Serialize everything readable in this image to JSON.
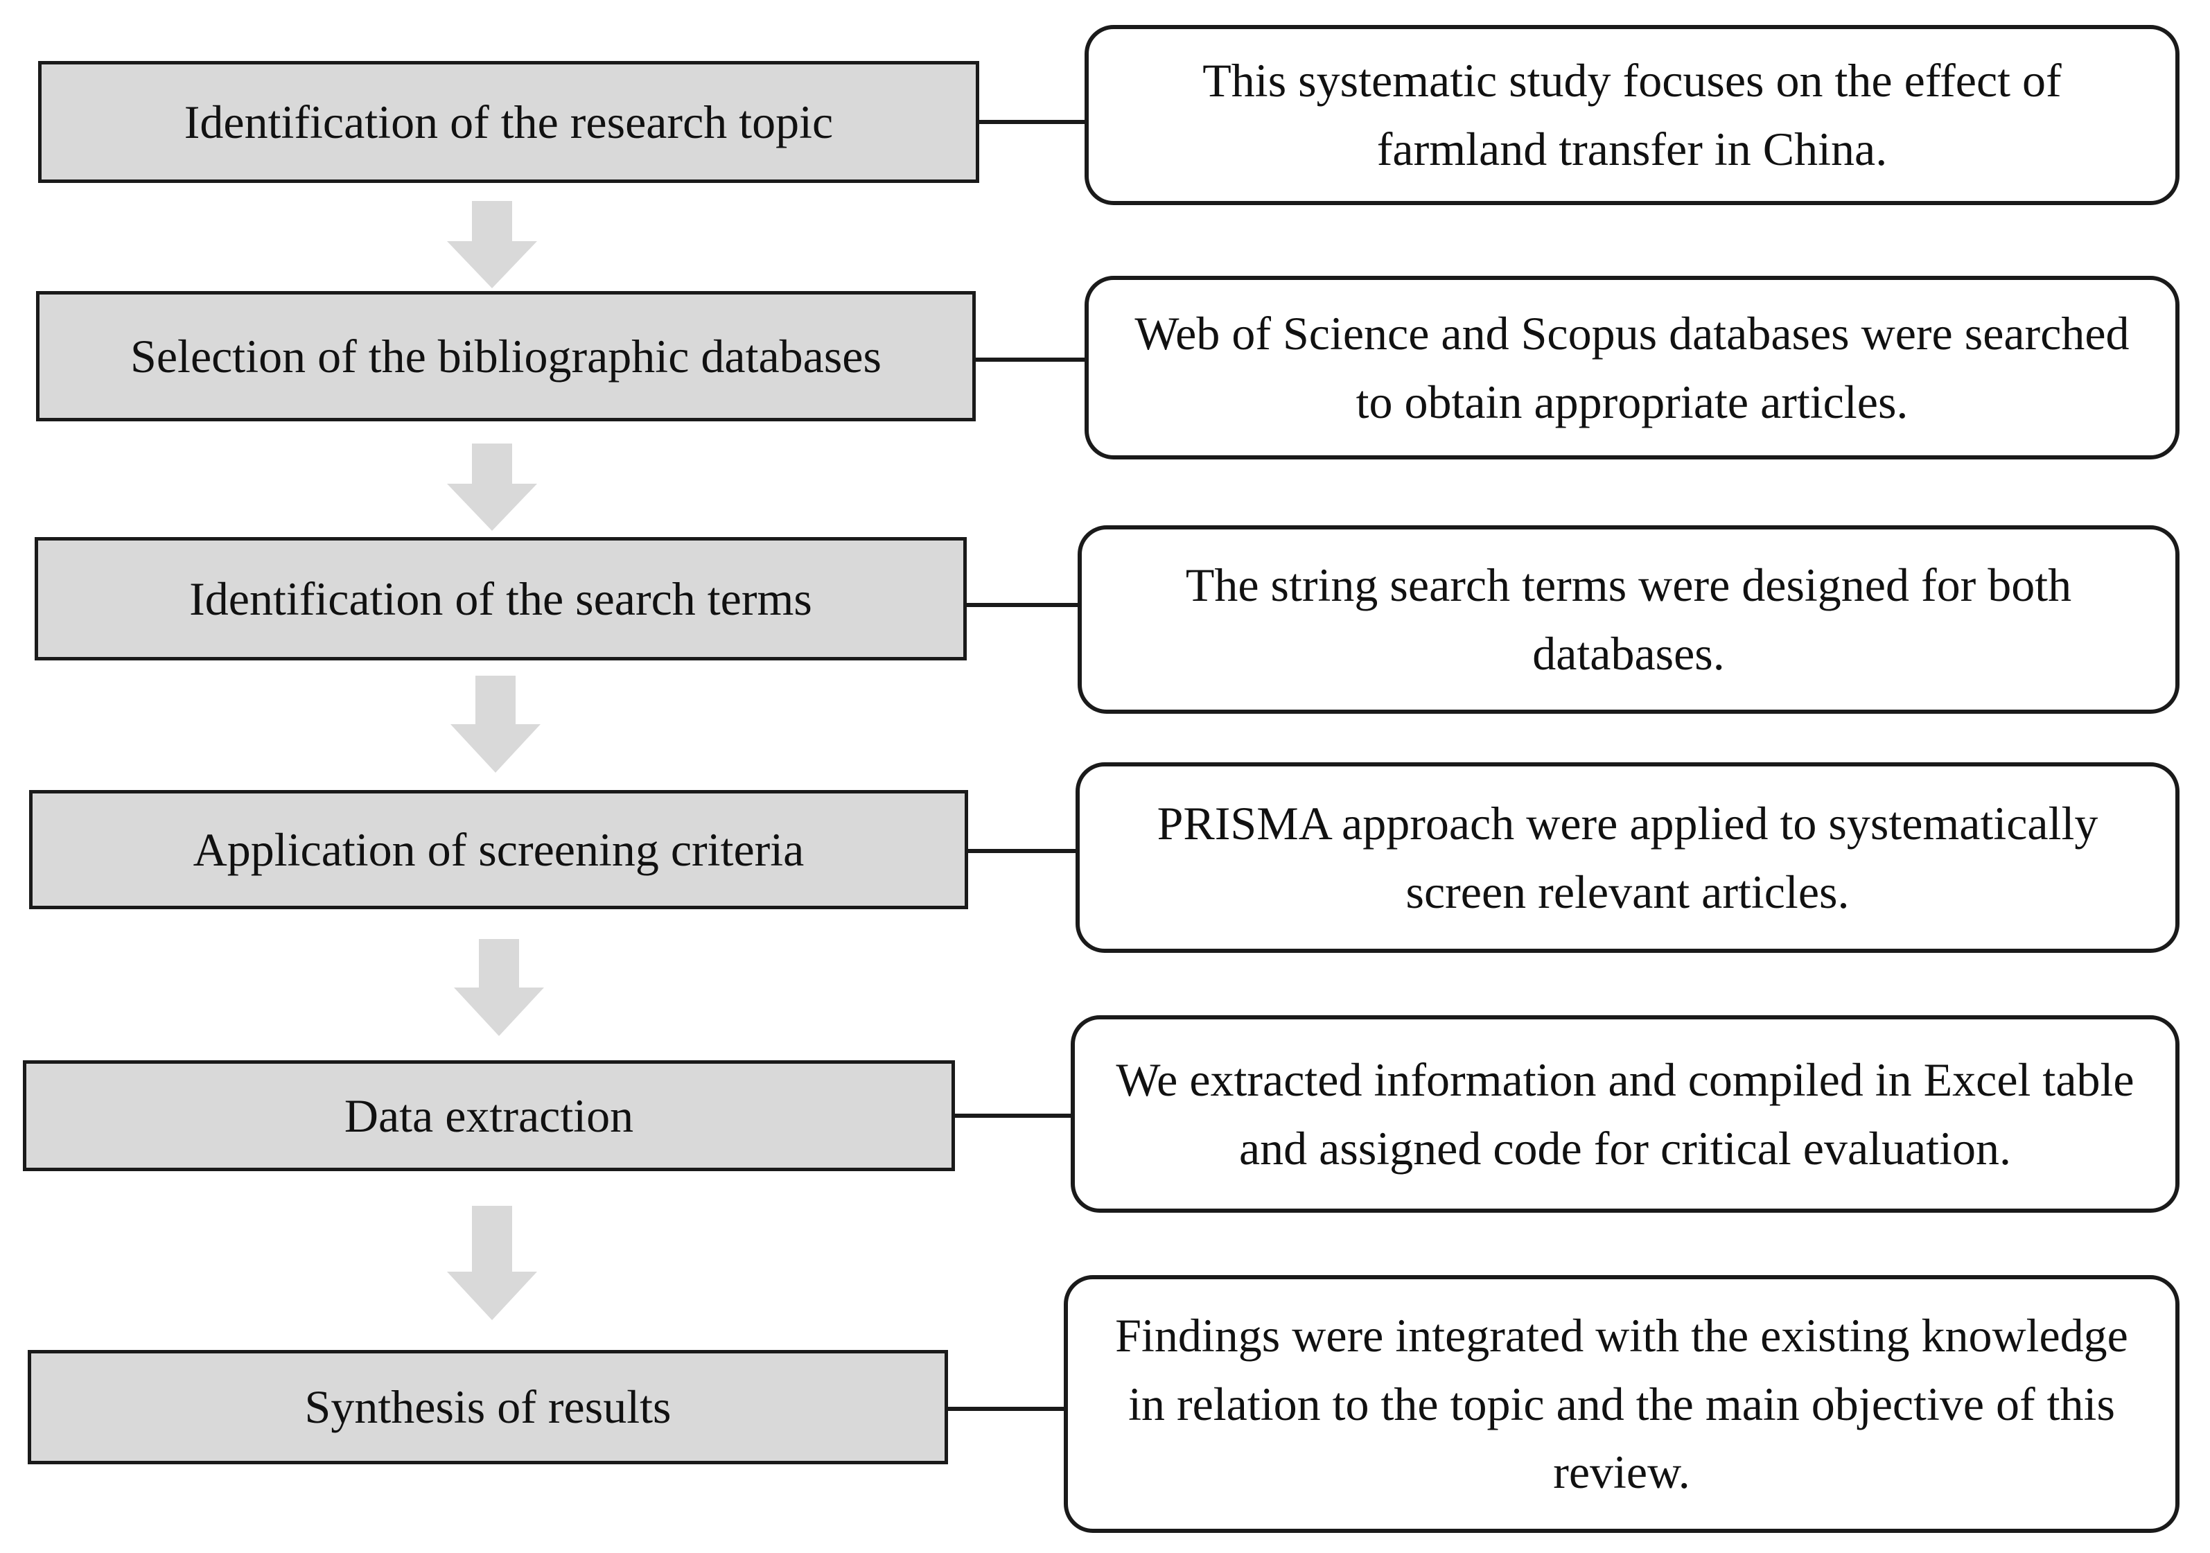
{
  "steps": [
    {
      "label": "Identification of the research topic",
      "description": "This systematic study focuses on the effect of farmland transfer in China."
    },
    {
      "label": "Selection of the bibliographic databases",
      "description": "Web of Science and Scopus databases were searched to obtain appropriate articles."
    },
    {
      "label": "Identification of the search terms",
      "description": "The string search terms were designed for both databases."
    },
    {
      "label": "Application of screening criteria",
      "description": "PRISMA approach were applied to systematically screen relevant articles."
    },
    {
      "label": "Data extraction",
      "description": "We extracted information and compiled in Excel table and assigned code for critical evaluation."
    },
    {
      "label": "Synthesis of results",
      "description": "Findings were integrated with the existing knowledge in relation to the topic and the main objective of this review."
    }
  ],
  "colors": {
    "step_fill": "#d9d9d9",
    "arrow_fill": "#d9d9d9",
    "border": "#1a1a1a"
  }
}
